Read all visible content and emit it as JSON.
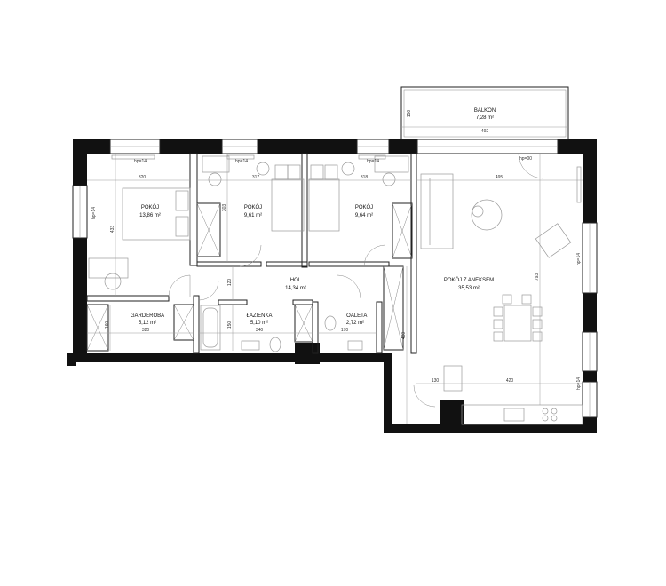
{
  "rooms": [
    {
      "name": "BALKON",
      "area": "7,28 m²"
    },
    {
      "name": "POKÓJ",
      "area": "13,86 m²"
    },
    {
      "name": "POKÓJ",
      "area": "9,61 m²"
    },
    {
      "name": "POKÓJ",
      "area": "9,64 m²"
    },
    {
      "name": "HOL",
      "area": "14,34 m²"
    },
    {
      "name": "POKÓJ Z ANEKSEM",
      "area": "35,53 m²"
    },
    {
      "name": "GARDEROBA",
      "area": "5,12 m²"
    },
    {
      "name": "ŁAZIENKA",
      "area": "5,10 m²"
    },
    {
      "name": "TOALETA",
      "area": "2,72 m²"
    }
  ],
  "dimensions": {
    "balkon_width": "492",
    "balkon_depth": "150",
    "pokoj1_width": "320",
    "pokoj1_height": "433",
    "pokoj2_width": "317",
    "pokoj2_height": "303",
    "pokoj3_width": "318",
    "salon_width": "495",
    "salon_height": "793",
    "hol_height": "120",
    "garderoba_width": "320",
    "garderoba_height": "160",
    "lazienka_width": "340",
    "lazienka_height": "150",
    "toaleta_width": "170",
    "hol_length": "480",
    "kitchen_a": "130",
    "kitchen_b": "420"
  },
  "window_marks": {
    "w1": "hp=14",
    "w2": "hp=14",
    "w3": "hp=14",
    "w4": "hp=00",
    "w5": "hp=14",
    "w6": "hp=14",
    "w7": "hp=14"
  }
}
